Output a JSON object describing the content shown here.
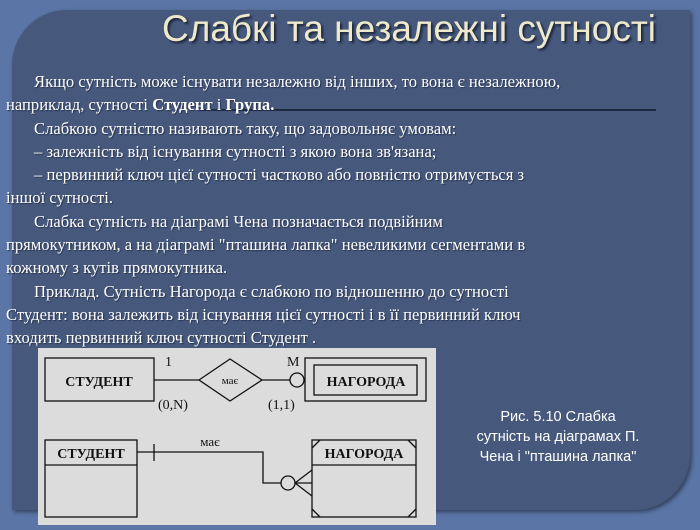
{
  "title": "Слабкі та незалежні сутності",
  "lines": [
    {
      "indent": true,
      "text": "Якщо сутність може існувати незалежно від інших, то вона є незалежною,"
    },
    {
      "indent": false,
      "pre": "наприклад, сутності ",
      "b1": "Студент",
      "mid": " і ",
      "b2": "Група",
      "post": "."
    },
    {
      "indent": true,
      "text": "Слабкою сутністю називають таку, що задовольняє  умовам:"
    },
    {
      "indent": true,
      "text": "– залежність від існування сутності з якою вона зв'язана;"
    },
    {
      "indent": true,
      "text": "– первинний ключ цієї сутності частково або повністю отримується з"
    },
    {
      "indent": false,
      "text": "іншої сутності."
    },
    {
      "indent": true,
      "text": "Слабка сутність на діаграмі Чена позначається подвійним"
    },
    {
      "indent": false,
      "text": "прямокутником, а на діаграмі \"пташина лапка\" невеликими сегментами в"
    },
    {
      "indent": false,
      "text": "кожному з кутів прямокутника."
    },
    {
      "indent": true,
      "text": "Приклад. Сутність Нагорода є слабкою по відношенню до сутності"
    },
    {
      "indent": false,
      "text": "Студент: вона залежить від існування цієї сутності і в її первинний ключ"
    },
    {
      "indent": false,
      "text": "входить первинний ключ сутності Студент ."
    }
  ],
  "diagram": {
    "chen": {
      "entity1": "СТУДЕНТ",
      "relationship": "має",
      "entity2": "НАГОРОДА",
      "card1": "1",
      "card2": "M",
      "range1": "(0,N)",
      "range2": "(1,1)"
    },
    "crowfoot": {
      "entity1": "СТУДЕНТ",
      "relationship": "має",
      "entity2": "НАГОРОДА"
    }
  },
  "caption": [
    "Рис. 5.10 Слабка",
    "сутність на діаграмах П.",
    "Чена і \"пташина лапка\""
  ]
}
